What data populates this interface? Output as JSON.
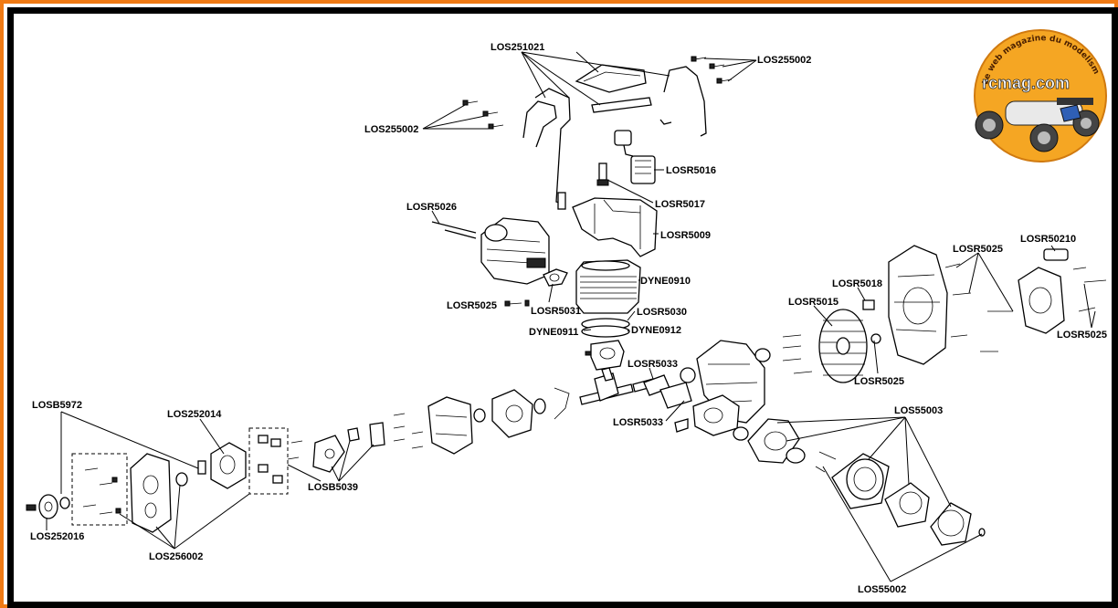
{
  "logo": {
    "text": "rcmag.com",
    "tagline": "Le web magazine du modelisme",
    "colors": {
      "disc": "#f5a623",
      "frame_outer": "#f07a14",
      "frame_inner": "#000000"
    }
  },
  "labels": {
    "los251021": "LOS251021",
    "los255002_right": "LOS255002",
    "los255002_left": "LOS255002",
    "losr5016": "LOSR5016",
    "losr5017": "LOSR5017",
    "losr5026": "LOSR5026",
    "losr5009": "LOSR5009",
    "dyne0910": "DYNE0910",
    "losr5025_left": "LOSR5025",
    "losr5031": "LOSR5031",
    "losr5030": "LOSR5030",
    "dyne0911": "DYNE0911",
    "dyne0912": "DYNE0912",
    "losr5033_top": "LOSR5033",
    "losr5033_bottom": "LOSR5033",
    "losr5018": "LOSR5018",
    "losr5015": "LOSR5015",
    "losr5025_mid": "LOSR5025",
    "losr5025_top_right": "LOSR5025",
    "losr50210": "LOSR50210",
    "losr5025_far_right": "LOSR5025",
    "los55003": "LOS55003",
    "los55002": "LOS55002",
    "losb5972": "LOSB5972",
    "los252014": "LOS252014",
    "losb5039": "LOSB5039",
    "los252016": "LOS252016",
    "los256002": "LOS256002"
  }
}
